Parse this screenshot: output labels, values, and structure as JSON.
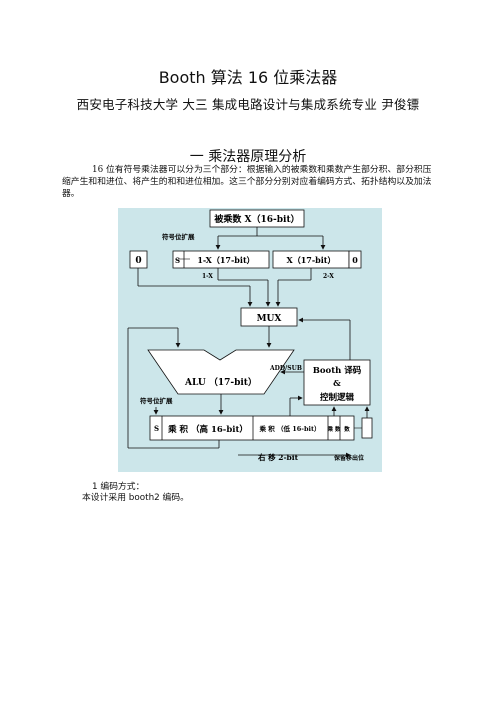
{
  "doc": {
    "title": "Booth 算法 16 位乘法器",
    "subtitle": "西安电子科技大学  大三  集成电路设计与集成系统专业   尹俊镖",
    "section_heading": "一  乘法器原理分析",
    "intro_paragraph": "16 位有符号乘法器可以分为三个部分：根据输入的被乘数和乘数产生部分积、部分积压缩产生和和进位、将产生的和和进位相加。这三个部分分别对应着编码方式、拓扑结构以及加法器。",
    "item1_title": "1  编码方式：",
    "item1_body": "本设计采用 booth2 编码。"
  },
  "diagram": {
    "colors": {
      "background": "#cce6ea",
      "box_fill": "#ffffff",
      "stroke": "#111111"
    },
    "multiplicand_box": "被乘数 X（16-bit）",
    "sign_extend_top": "符号位扩展",
    "zero_left": "0",
    "s_left": "S",
    "x1_box": "1-X（17-bit）",
    "x2_box": "X（17-bit）",
    "zero_right": "0",
    "label_1x": "1-X",
    "label_2x": "2-X",
    "mux": "MUX",
    "add_sub": "ADD/SUB",
    "alu": "ALU （17-bit）",
    "booth_line1": "Booth 译码",
    "booth_line2": "&",
    "booth_line3": "控制逻辑",
    "sign_extend_bottom": "符号位扩展",
    "s_bottom": "S",
    "product_high": "乘 积 （高 16-bit）",
    "product_low": "乘 积 （低 16-bit）",
    "multiplier_cell": "乘 数",
    "shift_right": "右 移 2-bit",
    "keep_bit": "保留移出位"
  }
}
